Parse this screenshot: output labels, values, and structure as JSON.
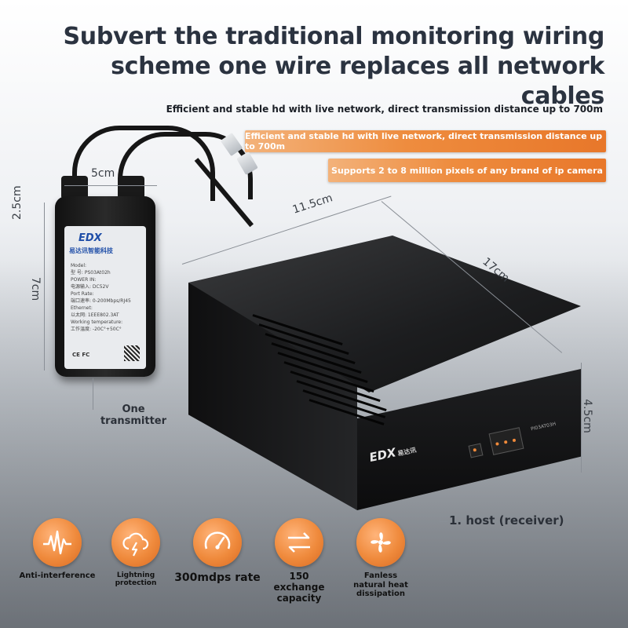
{
  "headline": {
    "line1": "Subvert the traditional monitoring wiring",
    "line2": "scheme one wire replaces all network cables"
  },
  "subtitles": {
    "plain": "Efficient and stable hd with live network, direct transmission distance up to 700m",
    "banner1": "Efficient and stable hd with live network, direct transmission distance up to 700m",
    "banner2": "Supports 2 to 8 million pixels of any brand of ip camera"
  },
  "transmitter": {
    "brand": "EDX",
    "company_cn": "易达讯智能科技",
    "label_lines": [
      "Model:",
      "型 号: PS03At02h",
      "POWER IN:",
      "电源输入: DC52V",
      "Port Rate:",
      "端口速率: 0-200Mbps/RJ45",
      "Ethernet:",
      "以太网: 1EEE802.3AT",
      "Working temperature:",
      "工作温度: -20C°+50C°"
    ],
    "certs": "CE FC",
    "caption_line1": "One",
    "caption_line2": "transmitter",
    "dim_width": "5cm",
    "dim_depth": "2.5cm",
    "dim_height": "7cm"
  },
  "host": {
    "brand": "EDX",
    "brand_cn": "易达讯",
    "model": "PI03AT03H",
    "caption": "1. host (receiver)",
    "dim_width": "11.5cm",
    "dim_depth": "17cm",
    "dim_height": "4.5cm"
  },
  "features": [
    {
      "id": "anti",
      "label": "Anti-interference",
      "icon": "waveform-icon"
    },
    {
      "id": "lightning",
      "label": "Lightning protection",
      "icon": "cloud-lightning-icon"
    },
    {
      "id": "rate",
      "label": "300mdps rate",
      "icon": "speedometer-icon"
    },
    {
      "id": "exchange",
      "label": "150 exchange capacity",
      "icon": "exchange-arrows-icon"
    },
    {
      "id": "fanless",
      "label": "Fanless natural heat dissipation",
      "icon": "fan-icon"
    }
  ],
  "colors": {
    "accent": "#ee8c3e",
    "headline": "#2b3340"
  }
}
